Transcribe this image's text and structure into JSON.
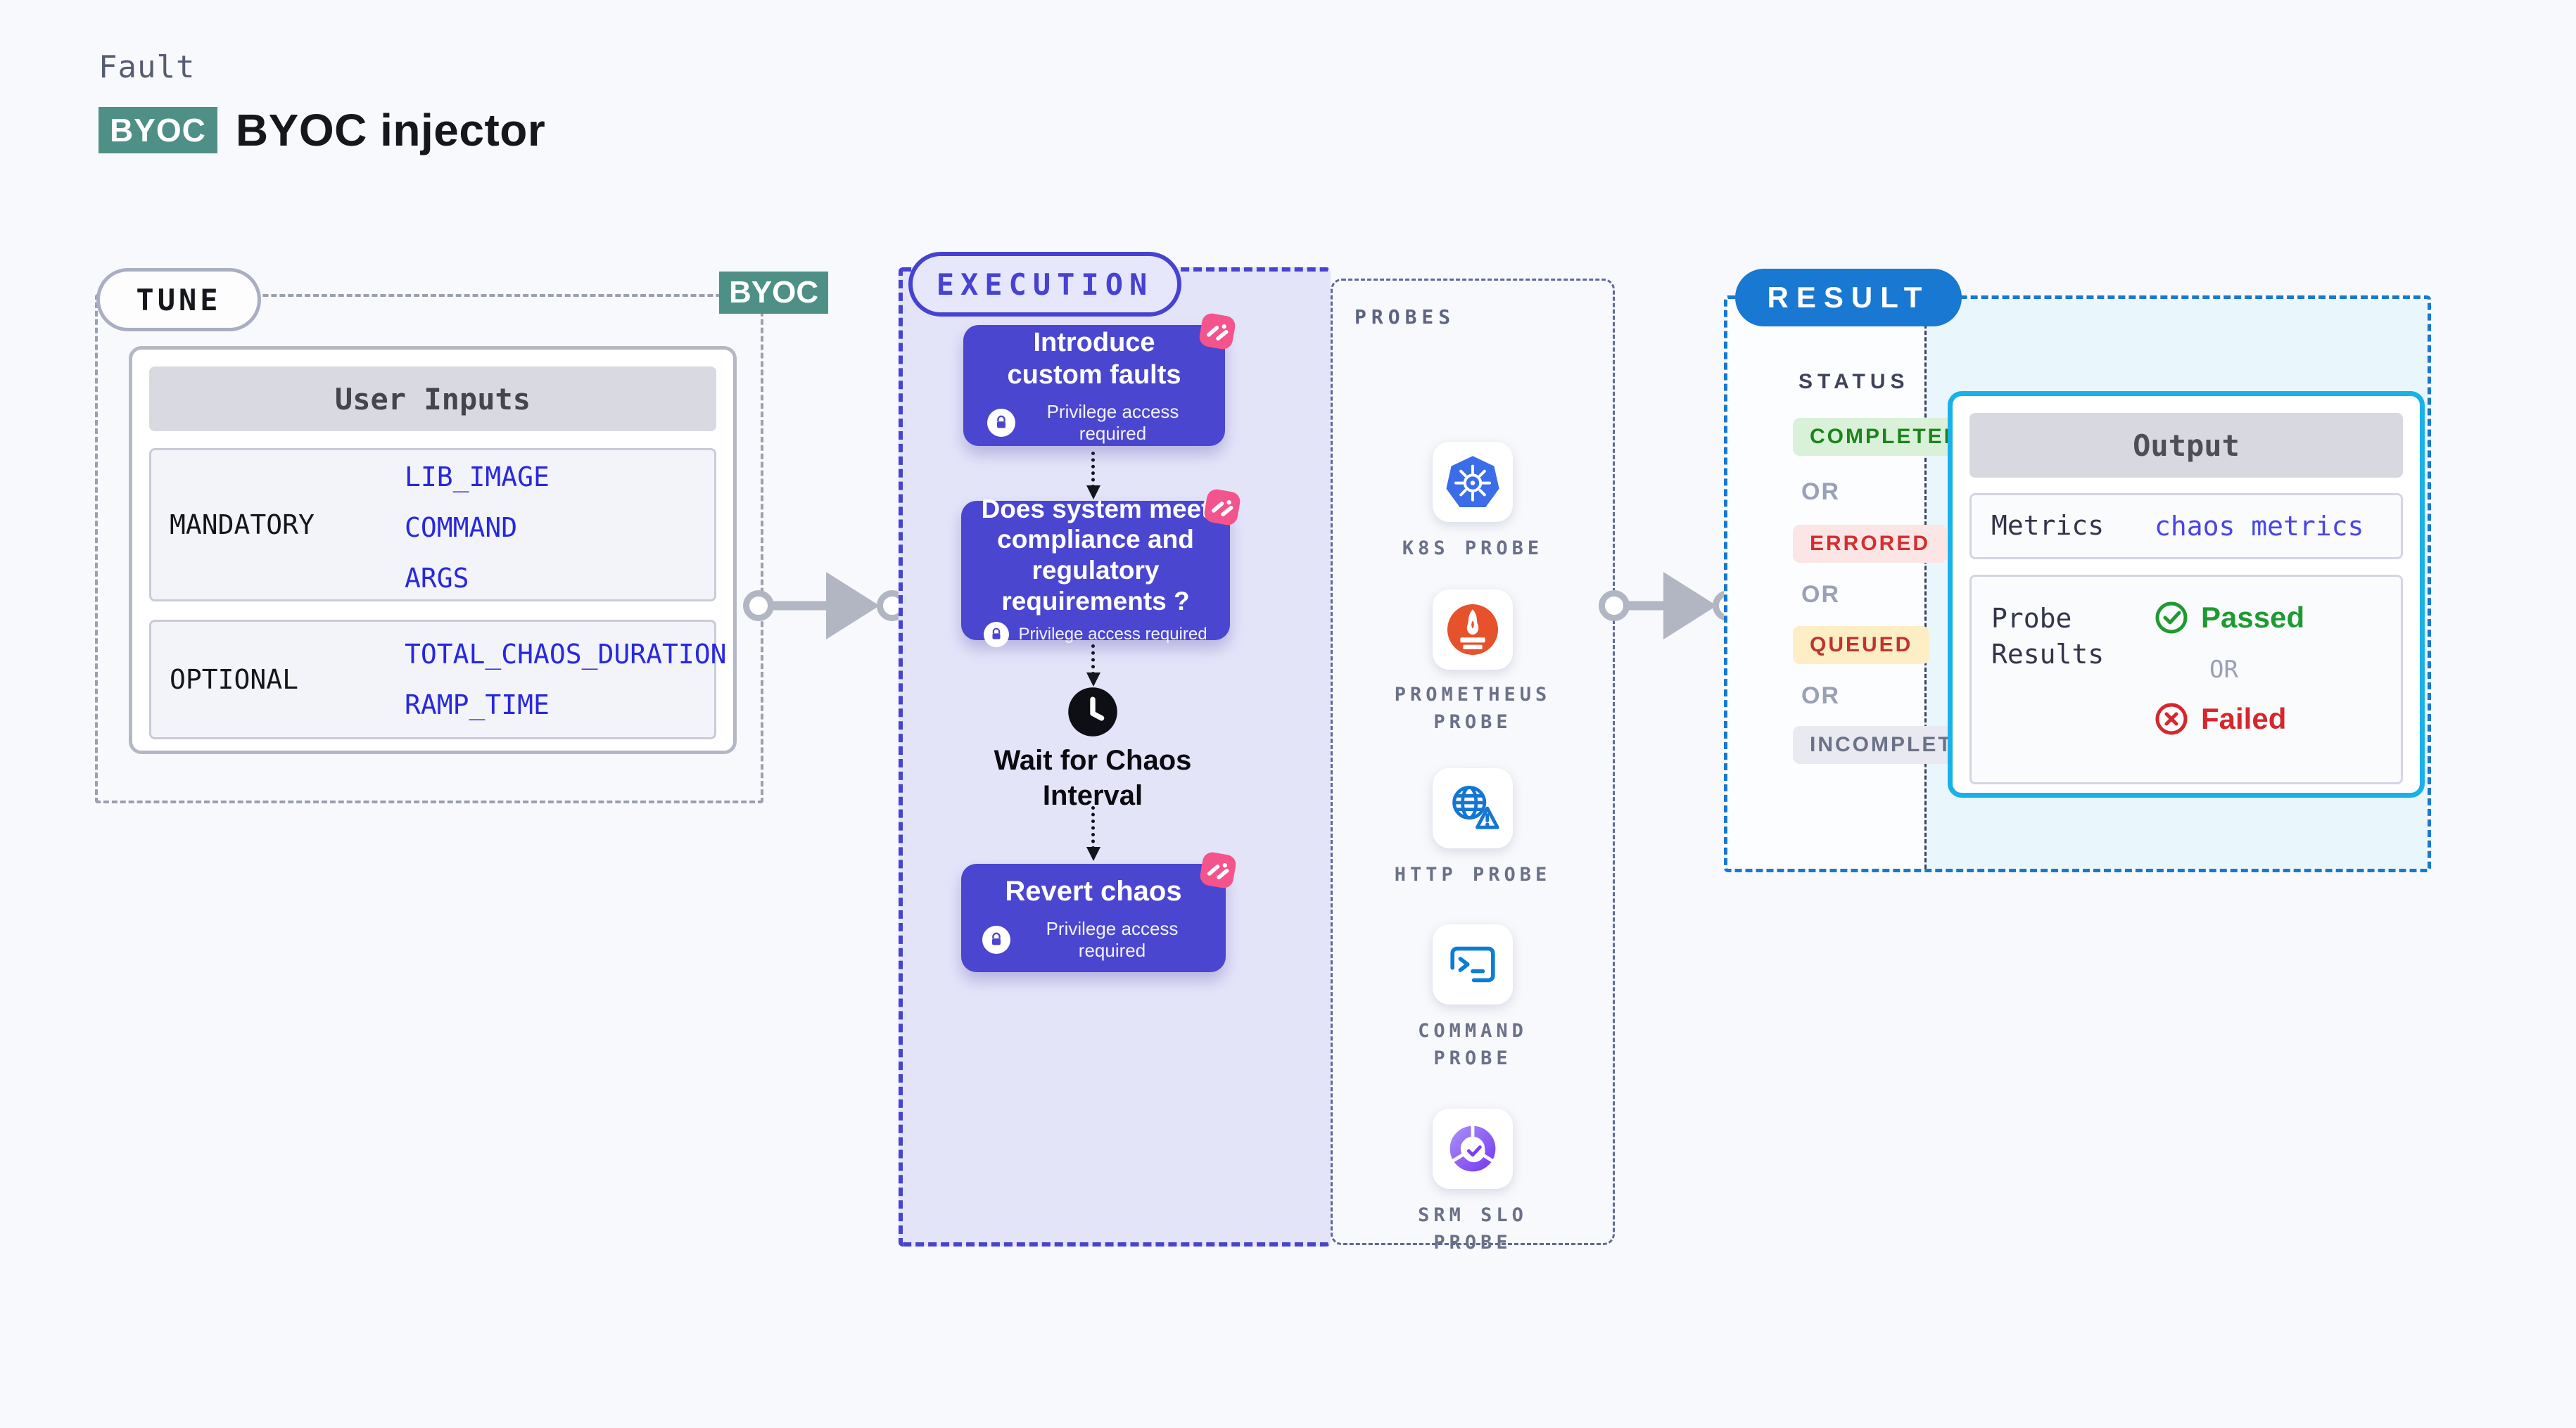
{
  "header": {
    "eyebrow": "Fault",
    "badge": "BYOC",
    "title": "BYOC injector"
  },
  "tune": {
    "pill_label": "TUNE",
    "byoc_tag": "BYOC",
    "table_title": "User Inputs",
    "mandatory": {
      "label": "MANDATORY",
      "params": [
        "LIB_IMAGE",
        "COMMAND",
        "ARGS"
      ]
    },
    "optional": {
      "label": "OPTIONAL",
      "params": [
        "TOTAL_CHAOS_DURATION",
        "RAMP_TIME"
      ]
    },
    "param_color": "#2828e0"
  },
  "execution": {
    "pill_label": "EXECUTION",
    "accent_color": "#4742cf",
    "panel_color": "#e4e4f9",
    "node_color": "#4b46cf",
    "fault_icon_color": "#f4548c",
    "nodes": [
      {
        "title": "Introduce custom faults",
        "badge": "Privilege access required"
      },
      {
        "title": "Does system meet compliance and regulatory requirements ?",
        "badge": "Privilege access required"
      },
      {
        "title": "Revert chaos",
        "badge": "Privilege access required"
      }
    ],
    "wait_label": "Wait for Chaos Interval"
  },
  "probes": {
    "title": "PROBES",
    "items": [
      {
        "name": "K8S PROBE",
        "icon": "kubernetes-icon"
      },
      {
        "name": "PROMETHEUS PROBE",
        "icon": "prometheus-icon"
      },
      {
        "name": "HTTP PROBE",
        "icon": "http-globe-icon"
      },
      {
        "name": "COMMAND PROBE",
        "icon": "terminal-icon"
      },
      {
        "name": "SRM SLO PROBE",
        "icon": "srm-slo-icon"
      }
    ]
  },
  "result": {
    "pill_label": "RESULT",
    "accent_color": "#1878d2",
    "status_title": "STATUS",
    "or_label": "OR",
    "statuses": [
      {
        "label": "COMPLETED",
        "bg": "#d9f1d9",
        "color": "#1d831d"
      },
      {
        "label": "ERRORED",
        "bg": "#fce5e5",
        "color": "#d32f2f"
      },
      {
        "label": "QUEUED",
        "bg": "#fdeec6",
        "color": "#bf3430"
      },
      {
        "label": "INCOMPLETED",
        "bg": "#e9eaf1",
        "color": "#6b7288"
      }
    ],
    "output": {
      "title": "Output",
      "metrics_label": "Metrics",
      "metrics_value": "chaos metrics",
      "probe_results_label": "Probe Results",
      "passed_label": "Passed",
      "or_label": "OR",
      "failed_label": "Failed",
      "passed_color": "#1f9a32",
      "failed_color": "#d7262c",
      "card_border_color": "#18b2e9"
    }
  }
}
